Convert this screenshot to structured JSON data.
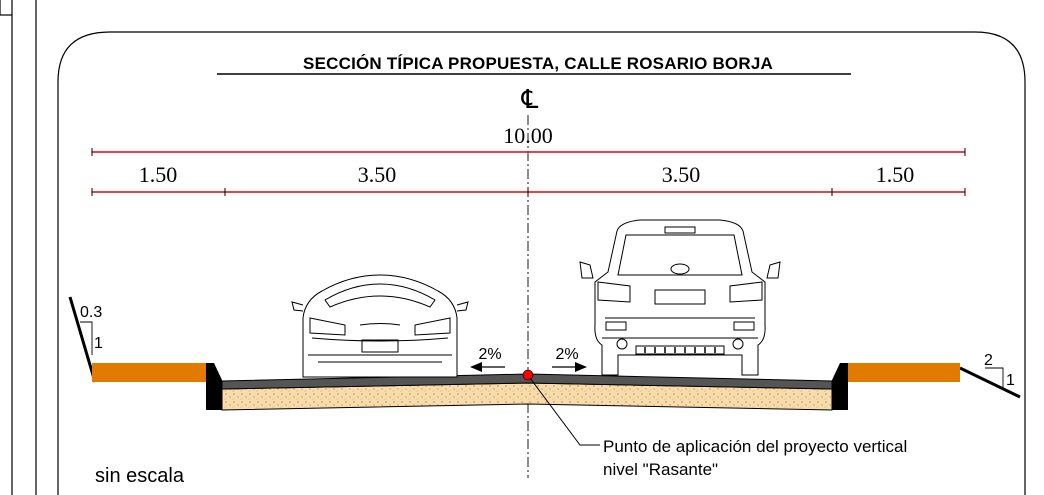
{
  "title": "SECCIÓN TÍPICA PROPUESTA,  CALLE ROSARIO BORJA",
  "centerline_symbol": "℄",
  "dimensions": {
    "total": "10.00",
    "segments": [
      "1.50",
      "3.50",
      "3.50",
      "1.50"
    ]
  },
  "slopes": {
    "left_crossfall": "2%",
    "right_crossfall": "2%",
    "left_talud_h": "0.3",
    "left_talud_v": "1",
    "right_talud_h": "2",
    "right_talud_v": "1"
  },
  "annotation": {
    "line1": "Punto de aplicación del proyecto vertical",
    "line2": "nivel \"Rasante\""
  },
  "scale_note": "sin escala",
  "colors": {
    "dimension_line": "#e8000f",
    "sidewalk": "#e07b00",
    "subbase_fill": "#f7dcae",
    "asphalt": "#555555",
    "control_point": "#ff0000"
  }
}
